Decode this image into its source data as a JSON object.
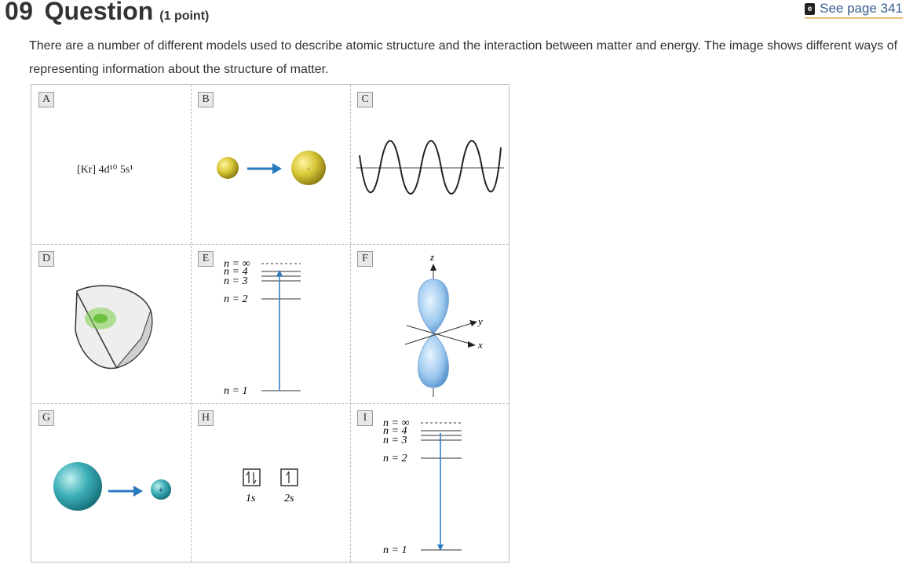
{
  "header": {
    "number": "09",
    "title": "Question",
    "points": "(1 point)",
    "see_page": "See page 341"
  },
  "prompt": "There are a number of different models used to describe atomic structure and the interaction between matter and energy. The image shows different ways of representing information about the structure of matter.",
  "figure": {
    "cells": [
      {
        "letter": "A",
        "caption": "[Kr] 4d¹⁰ 5s¹"
      },
      {
        "letter": "B"
      },
      {
        "letter": "C"
      },
      {
        "letter": "D"
      },
      {
        "letter": "E",
        "levels": [
          "n = ∞",
          "n = 4",
          "n = 3",
          "n = 2",
          "n = 1"
        ]
      },
      {
        "letter": "F",
        "axes": [
          "z",
          "y",
          "x"
        ]
      },
      {
        "letter": "G"
      },
      {
        "letter": "H",
        "orbitals": [
          "1s",
          "2s"
        ]
      },
      {
        "letter": "I",
        "levels": [
          "n = ∞",
          "n = 4",
          "n = 3",
          "n = 2",
          "n = 1"
        ]
      }
    ]
  },
  "colors": {
    "accent_link": "#3a5f8f",
    "arrow_blue": "#2a7ac0",
    "atom_yellow": "#d8c838",
    "ion_teal": "#3fb0b8",
    "orbital_blue": "#9cc8ee"
  }
}
